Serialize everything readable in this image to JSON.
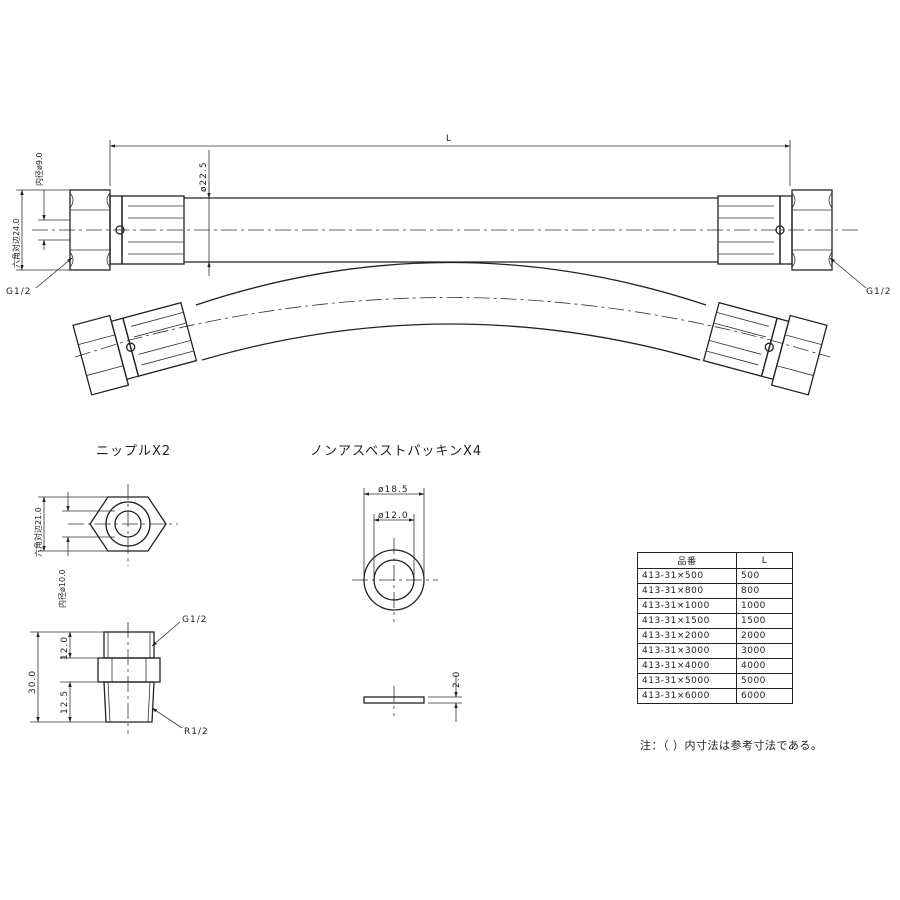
{
  "hose": {
    "length_label": "L",
    "outer_diameter_label": "ø22.5",
    "inner_diameter_label": "内径ø9.0",
    "hex_across_label": "六角対辺24.0",
    "thread_left_label": "G1/2",
    "thread_right_label": "G1/2"
  },
  "nipple": {
    "title": "ニップルX2",
    "hex_across_label": "六角対辺21.0",
    "inner_diameter_label": "内径ø10.0",
    "thread_top_label": "G1/2",
    "thread_bottom_label": "R1/2",
    "total_length_label": "30.0",
    "top_length_label": "12.0",
    "bottom_length_label": "12.5"
  },
  "packing": {
    "title": "ノンアスベストパッキンX4",
    "outer_diameter_label": "ø18.5",
    "inner_diameter_label": "ø12.0",
    "thickness_label": "2.0"
  },
  "table": {
    "headers": [
      "品番",
      "L"
    ],
    "rows": [
      [
        "413-31×500",
        "500"
      ],
      [
        "413-31×800",
        "800"
      ],
      [
        "413-31×1000",
        "1000"
      ],
      [
        "413-31×1500",
        "1500"
      ],
      [
        "413-31×2000",
        "2000"
      ],
      [
        "413-31×3000",
        "3000"
      ],
      [
        "413-31×4000",
        "4000"
      ],
      [
        "413-31×5000",
        "5000"
      ],
      [
        "413-31×6000",
        "6000"
      ]
    ]
  },
  "note": "注：（ ）内寸法は参考寸法である。"
}
